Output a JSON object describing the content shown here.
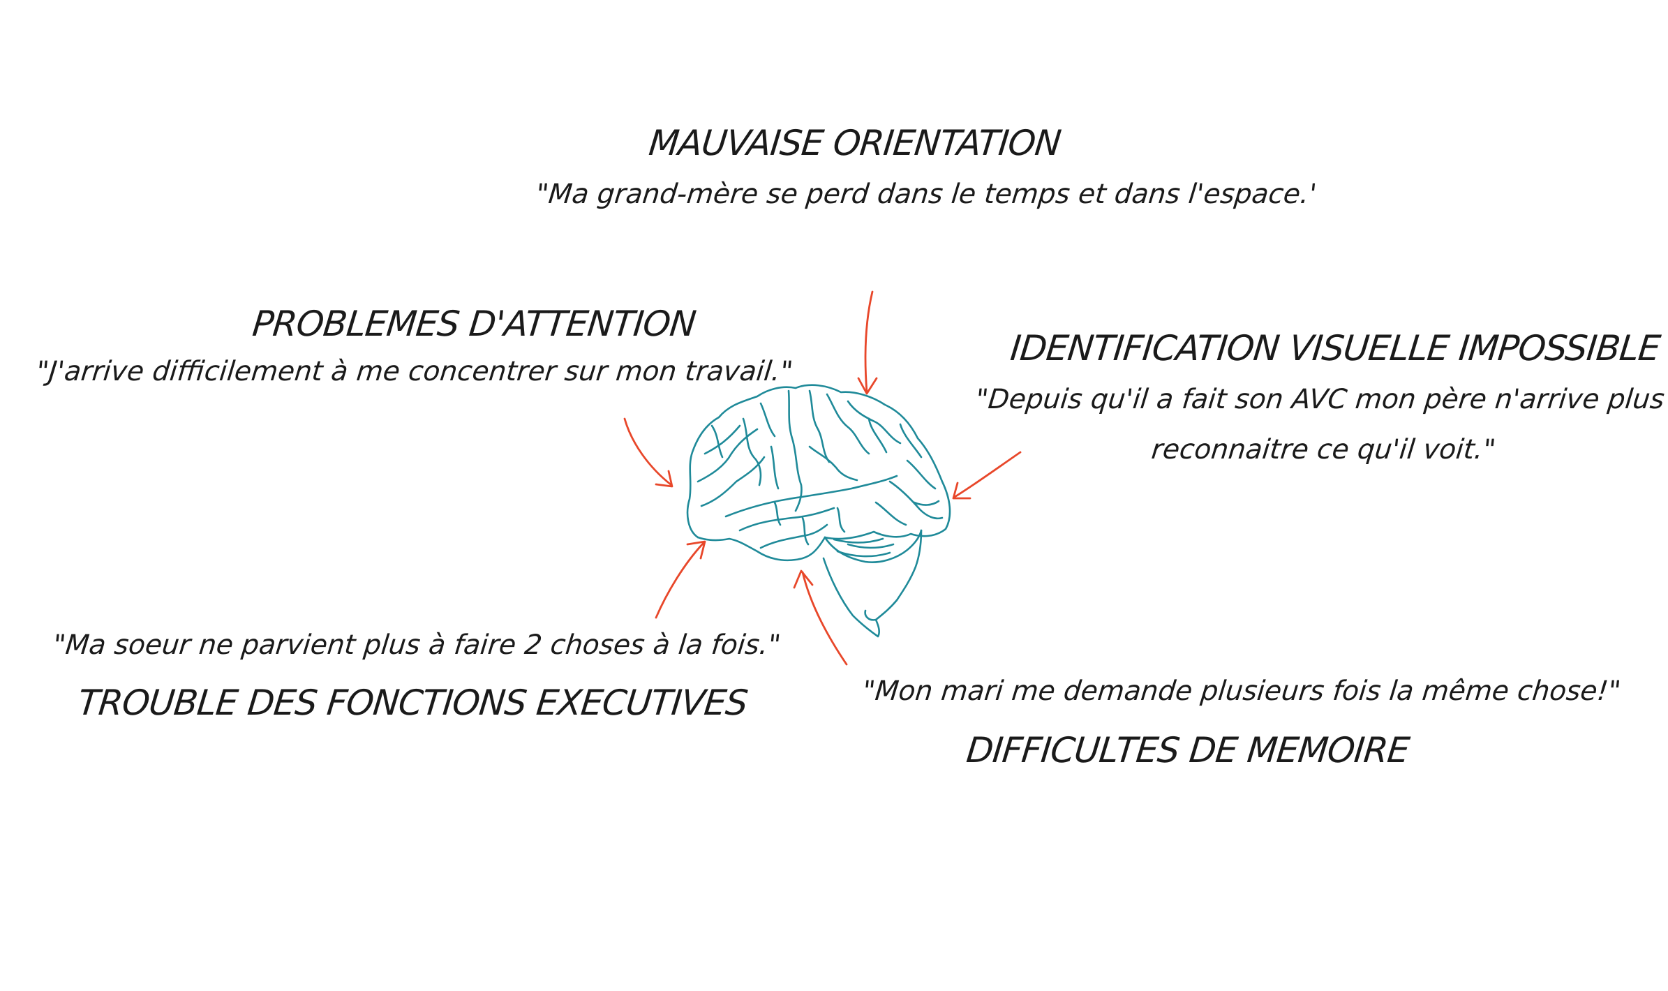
{
  "colors": {
    "arrow": "#e8472a",
    "brain": "#1f8a99",
    "text": "#1a1a1a",
    "background": "#ffffff"
  },
  "icons": {
    "center": "brain-icon",
    "connectors": "arrow-icon"
  },
  "sections": {
    "orientation": {
      "title": "MAUVAISE ORIENTATION",
      "quote": "\"Ma grand-mère se perd dans le temps et dans l'espace.'"
    },
    "attention": {
      "title": "PROBLEMES D'ATTENTION",
      "quote": "\"J'arrive difficilement à me concentrer sur mon travail.\""
    },
    "visual": {
      "title": "IDENTIFICATION VISUELLE IMPOSSIBLE",
      "quote_line1": "\"Depuis qu'il a fait son AVC mon père n'arrive plus à",
      "quote_line2": "reconnaitre ce qu'il voit.\""
    },
    "executive": {
      "quote": "\"Ma soeur ne parvient plus à faire 2 choses à la fois.\"",
      "title": "TROUBLE DES FONCTIONS EXECUTIVES"
    },
    "memory": {
      "quote": "\"Mon mari me demande plusieurs fois la même chose!\"",
      "title": "DIFFICULTES DE MEMOIRE"
    }
  }
}
